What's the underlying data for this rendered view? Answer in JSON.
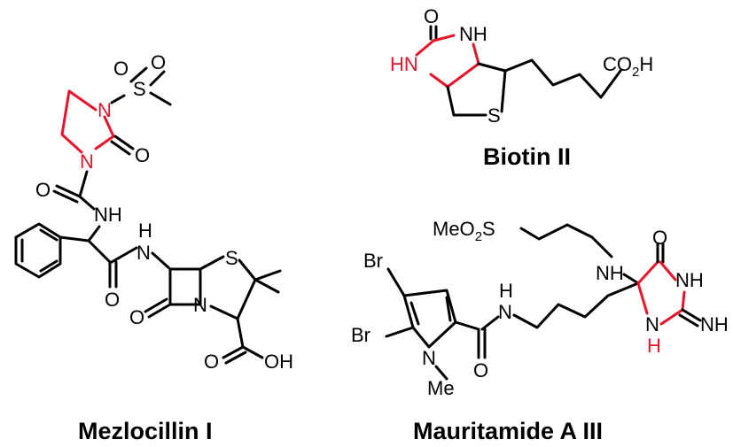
{
  "colors": {
    "bond": "#000000",
    "highlight": "#e8132b",
    "background": "#ffffff"
  },
  "captions": {
    "mezlocillin": "Mezlocillin I",
    "biotin": "Biotin II",
    "mauritamide": "Mauritamide A III"
  },
  "atoms": {
    "mezlocillin": {
      "sulfonyl_o1": "O",
      "sulfonyl_o2": "O",
      "sulfonyl_s": "S",
      "ring_n_top": "N",
      "ring_o": "O",
      "ring_n_bottom": "N",
      "urea_o": "O",
      "amide_nh": "NH",
      "amide_o": "O",
      "lactam_nh": "N",
      "lactam_h": "H",
      "thiazolidine_s": "S",
      "lactam_o": "O",
      "bicyclic_n": "N",
      "acid_o": "O",
      "acid_oh": "OH"
    },
    "biotin": {
      "carbonyl_o": "O",
      "nh_right": "NH",
      "hn_left": "HN",
      "ring_s": "S",
      "acid_prefix": "CO",
      "acid_sub": "2",
      "acid_suffix": "H"
    },
    "mauritamide": {
      "meo2s_prefix": "MeO",
      "meo2s_sub": "2",
      "meo2s_suffix": "S",
      "br_top": "Br",
      "br_bottom": "Br",
      "pyrrole_n": "N",
      "n_methyl": "Me",
      "amide_h": "H",
      "amide_n": "N",
      "amide_o": "O",
      "chain_nh": "NH",
      "hydantoin_o": "O",
      "hydantoin_nh_top": "NH",
      "hydantoin_n_bottom": "N",
      "hydantoin_h_bottom": "H",
      "imine": "NH"
    }
  }
}
